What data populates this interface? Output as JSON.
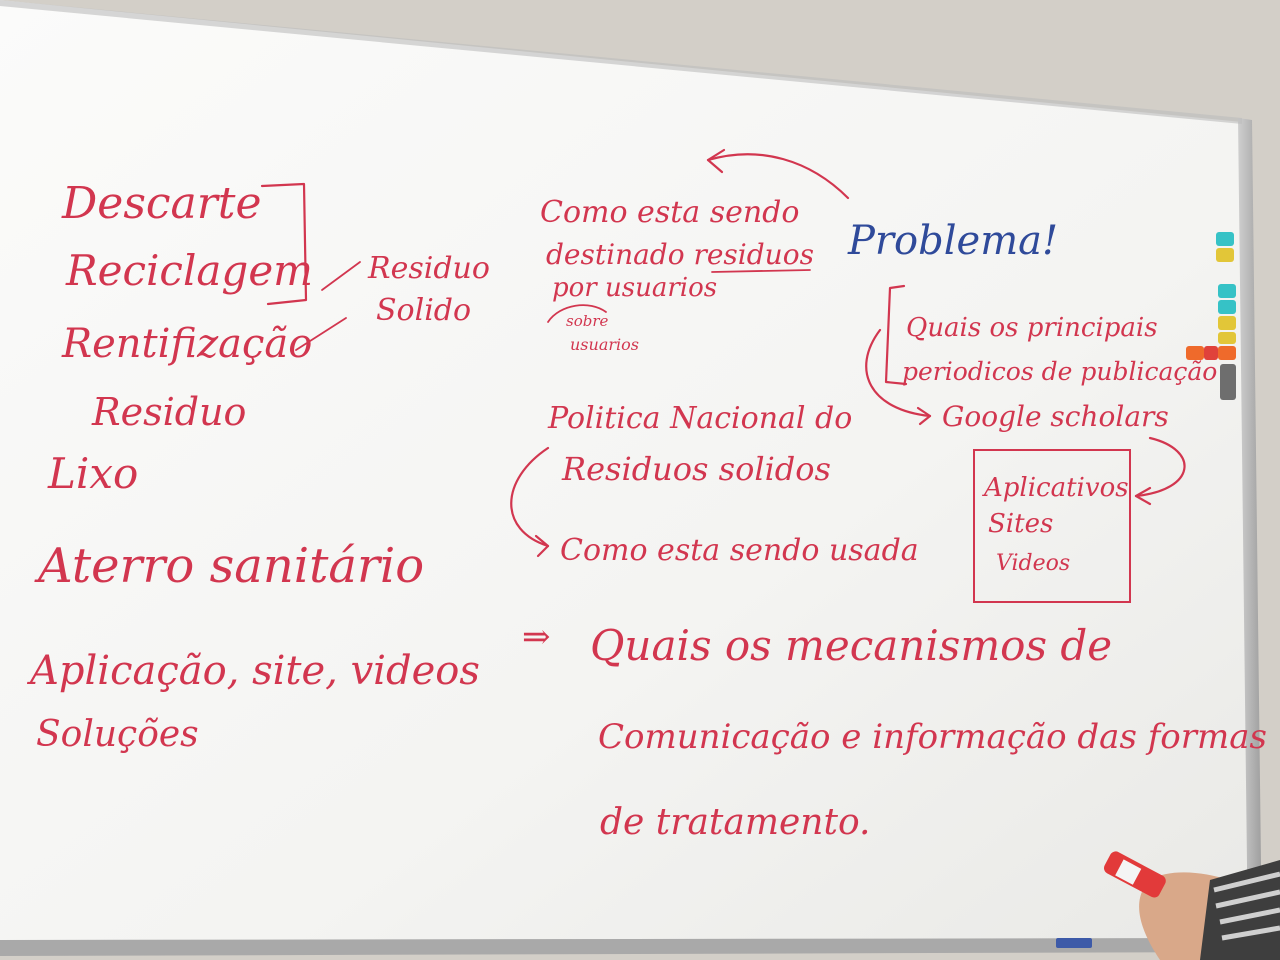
{
  "left_list": {
    "items": [
      "Descarte",
      "Reciclagem",
      "Rentifização",
      "Residuo",
      "Lixo",
      "Aterro sanitário",
      "Aplicação, site, videos",
      "Soluções"
    ],
    "bracket_label_line1": "Residuo",
    "bracket_label_line2": "Solido"
  },
  "problem": {
    "title": "Problema!",
    "question_line1": "Como esta sendo",
    "question_line2": "destinado residuos",
    "question_line3": "por usuarios",
    "question_note_line1": "sobre",
    "question_note_line2": "usuarios"
  },
  "policy": {
    "line1": "Politica Nacional do",
    "line2": "Residuos solidos",
    "usage": "Como esta sendo usada"
  },
  "research": {
    "line1": "Quais os principais",
    "line2": "periodicos de publicação",
    "source": "Google scholars",
    "box_items": [
      "Aplicativos",
      "Sites",
      "Videos"
    ]
  },
  "mechanisms": {
    "arrow": "⇒",
    "line1": "Quais os mecanismos de",
    "line2": "Comunicação e informação das formas",
    "line3": "de tratamento."
  },
  "colors": {
    "marker_red": "#d2364f",
    "marker_blue": "#2f4a9a",
    "board": "#f7f7f5"
  }
}
